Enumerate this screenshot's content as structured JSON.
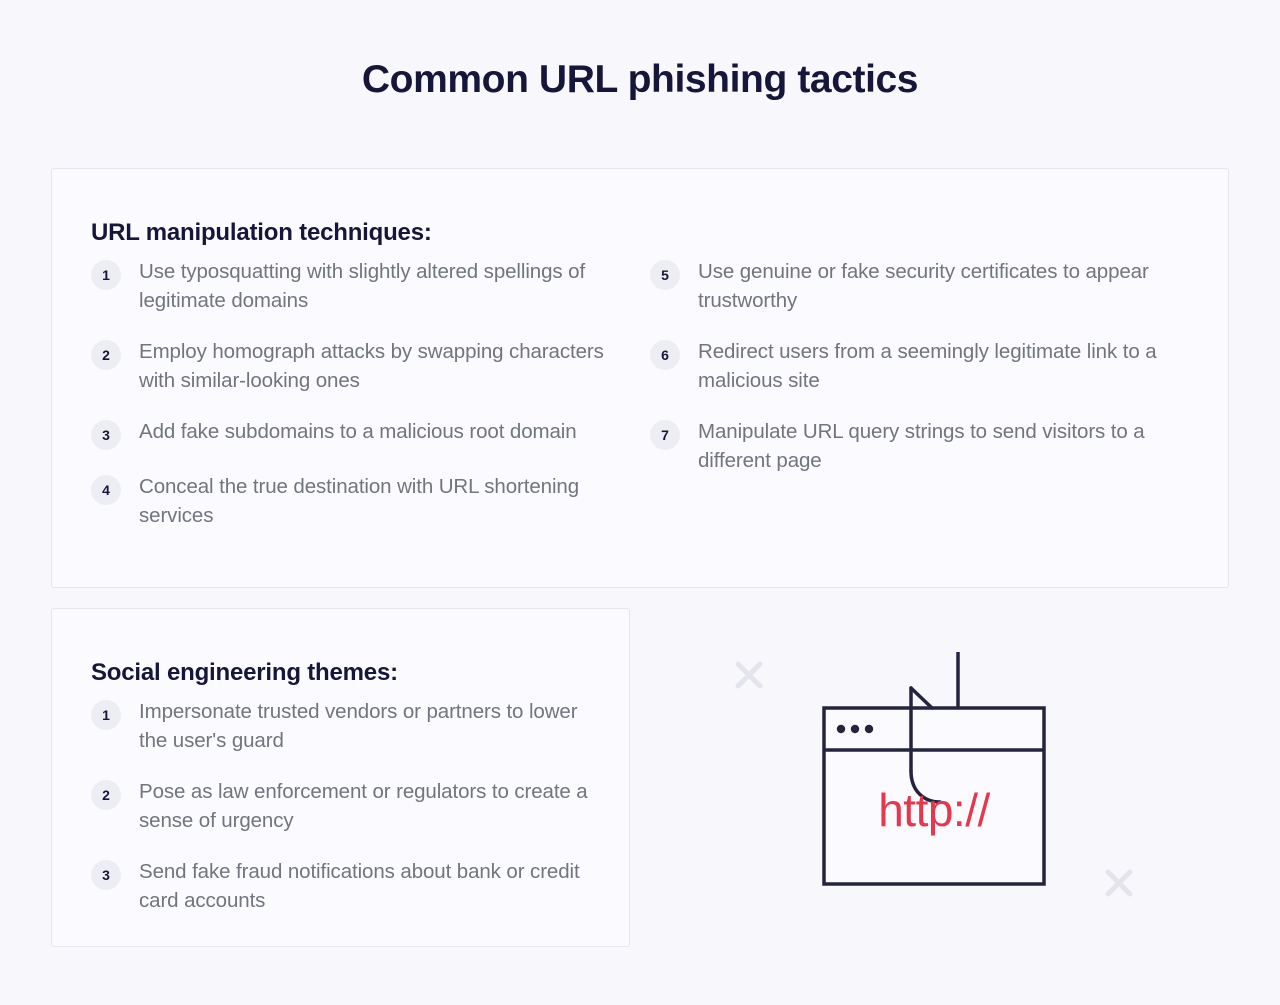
{
  "page": {
    "title": "Common URL phishing tactics",
    "background_color": "#f8f7fc"
  },
  "cards": {
    "techniques": {
      "heading": "URL manipulation techniques:",
      "items_left": [
        {
          "number": "1",
          "text": "Use typosquatting with slightly altered spellings of legitimate domains"
        },
        {
          "number": "2",
          "text": "Employ homograph attacks by swapping characters with similar-looking ones"
        },
        {
          "number": "3",
          "text": "Add fake subdomains to a malicious root domain"
        },
        {
          "number": "4",
          "text": "Conceal the true destination with URL shortening services"
        }
      ],
      "items_right": [
        {
          "number": "5",
          "text": "Use genuine or fake security certificates to appear trustworthy"
        },
        {
          "number": "6",
          "text": "Redirect users from a seemingly legitimate link to a malicious site"
        },
        {
          "number": "7",
          "text": "Manipulate URL query strings to send visitors to a different page"
        }
      ]
    },
    "social": {
      "heading": "Social engineering themes:",
      "items": [
        {
          "number": "1",
          "text": "Impersonate trusted vendors or partners to lower the user's guard"
        },
        {
          "number": "2",
          "text": "Pose as law enforcement or regulators to create a sense of urgency"
        },
        {
          "number": "3",
          "text": "Send fake fraud notifications about bank or credit card accounts"
        }
      ]
    }
  },
  "illustration": {
    "name": "browser-window-with-phishing-hook",
    "url_text": "http://",
    "url_color": "#e5384e",
    "outline_color": "#24243f",
    "sparkle_color": "#e4e4ec",
    "dots_count": 3
  },
  "colors": {
    "title": "#16163a",
    "body_text": "#70757f",
    "badge_bg": "#edeef4",
    "badge_text": "#16163a",
    "card_bg": "#fbfaff",
    "card_border": "#e7e6ee"
  }
}
